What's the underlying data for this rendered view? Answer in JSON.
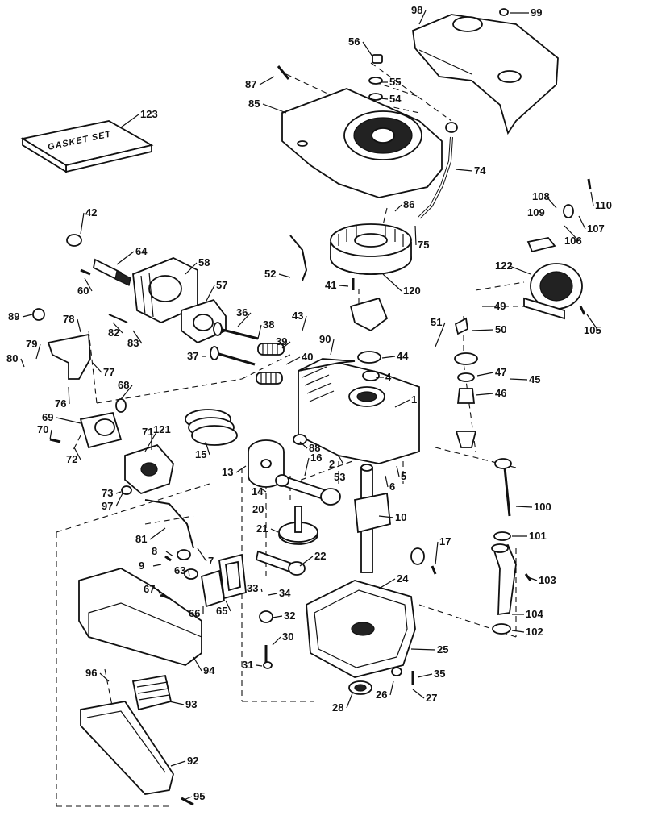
{
  "diagram": {
    "kit_label": "GASKET SET",
    "part_numbers": [
      "1",
      "2",
      "4",
      "5",
      "6",
      "7",
      "8",
      "9",
      "10",
      "13",
      "14",
      "15",
      "16",
      "17",
      "20",
      "21",
      "22",
      "24",
      "25",
      "26",
      "27",
      "28",
      "30",
      "31",
      "32",
      "33",
      "34",
      "35",
      "36",
      "37",
      "38",
      "39",
      "40",
      "41",
      "42",
      "43",
      "44",
      "45",
      "46",
      "47",
      "49",
      "50",
      "51",
      "52",
      "53",
      "54",
      "55",
      "56",
      "57",
      "58",
      "60",
      "63",
      "64",
      "65",
      "66",
      "67",
      "68",
      "69",
      "70",
      "71",
      "72",
      "73",
      "74",
      "75",
      "76",
      "77",
      "78",
      "79",
      "80",
      "81",
      "82",
      "83",
      "85",
      "86",
      "87",
      "88",
      "89",
      "90",
      "92",
      "93",
      "94",
      "95",
      "96",
      "97",
      "98",
      "99",
      "100",
      "101",
      "102",
      "103",
      "104",
      "105",
      "106",
      "107",
      "108",
      "109",
      "110",
      "120",
      "121",
      "122",
      "123"
    ]
  }
}
